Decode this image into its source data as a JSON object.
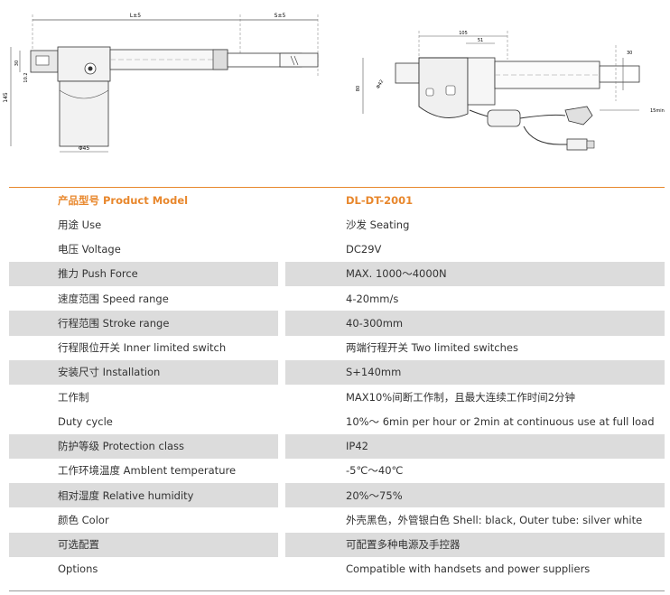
{
  "drawing_left": {
    "dim_total": "L±5",
    "dim_stroke": "S±5",
    "dim_dia": "Φ45",
    "dim_height": "145",
    "dim_small": "30",
    "dim_small2": "10.2"
  },
  "drawing_right": {
    "dim_top": "105",
    "dim_top2": "51",
    "dim_side": "80",
    "dim_angle": "Φ42",
    "dim_tube": "30",
    "dim_end": "15min"
  },
  "spec": {
    "header": {
      "label": "产品型号 Product Model",
      "value": "DL-DT-2001"
    },
    "rows": [
      {
        "label": "用途  Use",
        "value": "沙发  Seating"
      },
      {
        "label": "电压 Voltage",
        "value": "DC29V"
      },
      {
        "label": "推力 Push Force",
        "value": "MAX. 1000～4000N"
      },
      {
        "label": "速度范围 Speed range",
        "value": "4-20mm/s"
      },
      {
        "label": "行程范围 Stroke range",
        "value": "40-300mm"
      },
      {
        "label": "行程限位开关 Inner limited switch",
        "value": "两端行程开关  Two limited switches"
      },
      {
        "label": "安装尺寸 Installation",
        "value": "S+140mm"
      },
      {
        "label": "工作制",
        "value": "MAX10%间断工作制，且最大连续工作时间2分钟"
      },
      {
        "label": "Duty cycle",
        "value": "10%～ 6min per hour or 2min at continuous use at full load"
      },
      {
        "label": "防护等级 Protection class",
        "value": "IP42"
      },
      {
        "label": "工作环境温度 Amblent temperature",
        "value": "-5℃～40℃"
      },
      {
        "label": "相对湿度 Relative humidity",
        "value": "20%～75%"
      },
      {
        "label": "颜色 Color",
        "value": "外壳黑色，外管银白色 Shell: black, Outer tube: silver white"
      },
      {
        "label": "可选配置",
        "value": "可配置多种电源及手控器"
      },
      {
        "label": "Options",
        "value": "Compatible with handsets and power suppliers"
      }
    ]
  },
  "colors": {
    "header_text": "#e8872c",
    "shade": "#dcdcdc"
  }
}
